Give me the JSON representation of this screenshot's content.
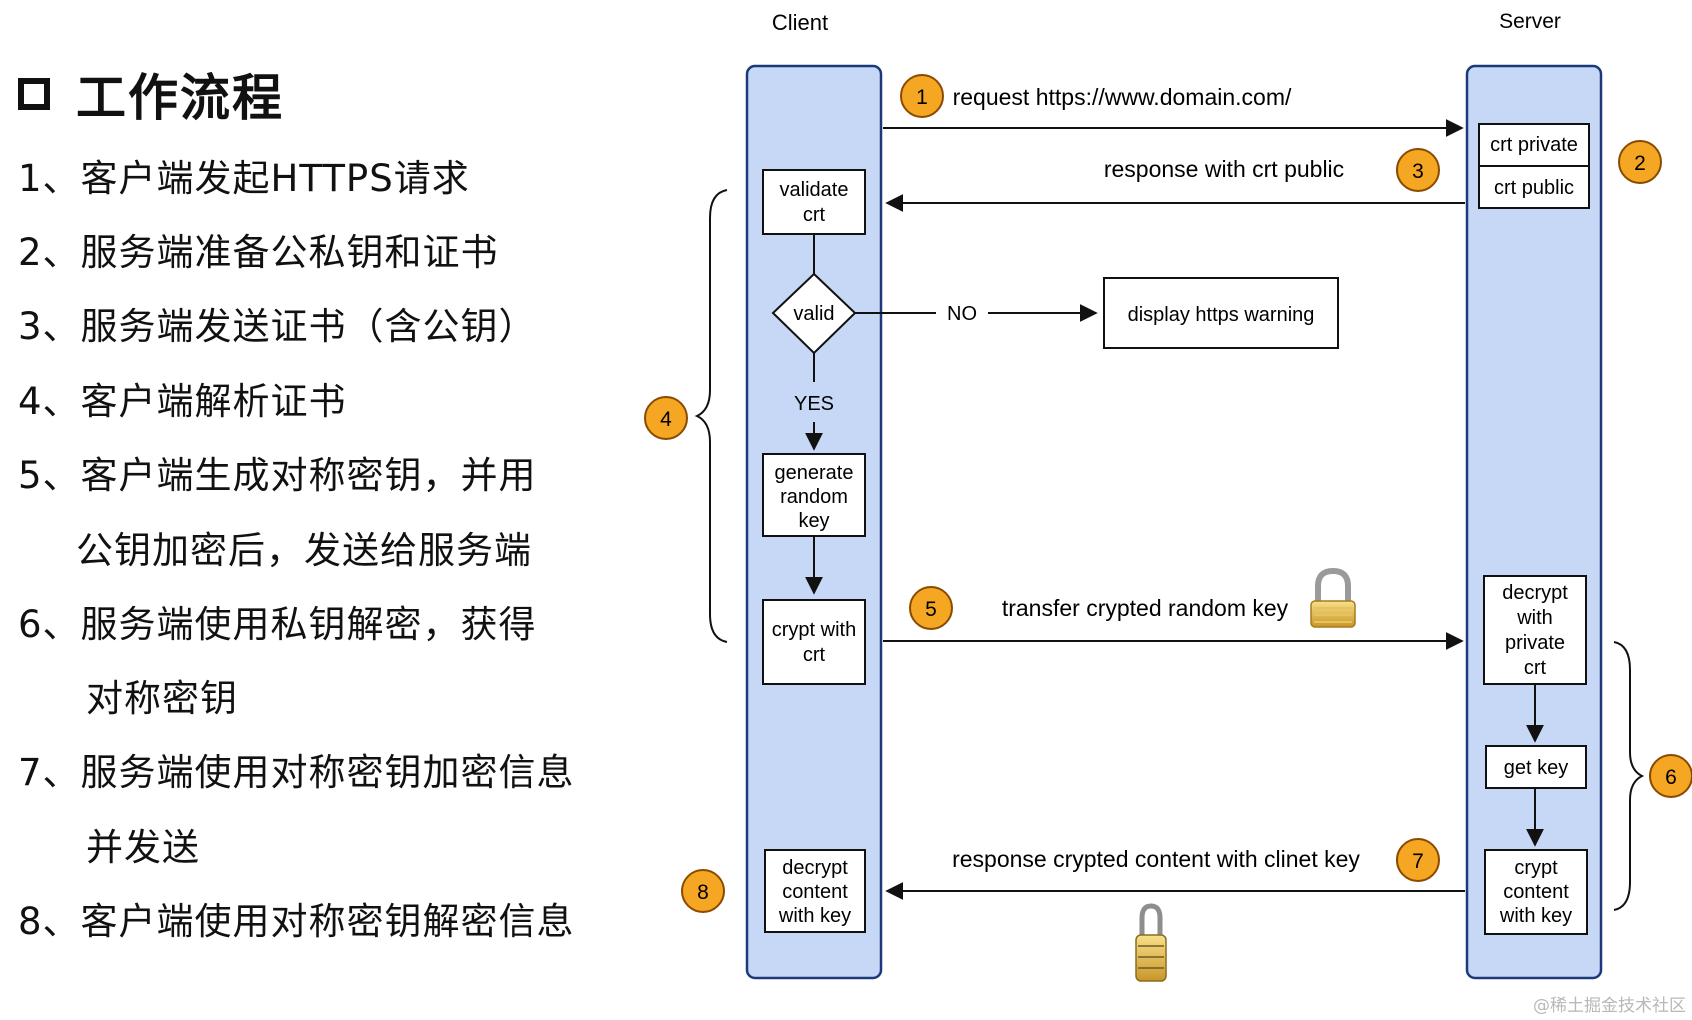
{
  "left_panel": {
    "title": "工作流程",
    "steps": [
      "1、客户端发起HTTPS请求",
      "2、服务端准备公私钥和证书",
      "3、服务端发送证书（含公钥）",
      "4、客户端解析证书",
      "5、客户端生成对称密钥，并用",
      "公钥加密后，发送给服务端",
      "6、服务端使用私钥解密，获得",
      "对称密钥",
      "7、服务端使用对称密钥加密信息",
      "并发送",
      "8、客户端使用对称密钥解密信息"
    ]
  },
  "diagram": {
    "client_label": "Client",
    "server_label": "Server",
    "messages": {
      "request": "request https://www.domain.com/",
      "response_crt": "response with crt public",
      "transfer_key": "transfer crypted random key",
      "response_content": "response crypted content with clinet key"
    },
    "server_boxes": {
      "crt_private": "crt private",
      "crt_public": "crt public",
      "decrypt": [
        "decrypt",
        "with",
        "private",
        "crt"
      ],
      "get_key": "get key",
      "crypt_content": [
        "crypt",
        "content",
        "with key"
      ]
    },
    "client_boxes": {
      "validate": [
        "validate",
        "crt"
      ],
      "valid": "valid",
      "generate": [
        "generate",
        "random",
        "key"
      ],
      "crypt_with": [
        "crypt with",
        "crt"
      ],
      "decrypt_content": [
        "decrypt",
        "content",
        "with key"
      ]
    },
    "labels": {
      "no": "NO",
      "yes": "YES"
    },
    "warning_box": "display https warning",
    "badges": [
      "1",
      "2",
      "3",
      "4",
      "5",
      "6",
      "7",
      "8"
    ],
    "colors": {
      "lane_fill": "#c6d8f5",
      "lane_stroke": "#1c3a7a",
      "badge_fill": "#f5a623",
      "badge_stroke": "#8a4a00"
    },
    "icons": [
      "lock-icon",
      "padlock-icon"
    ]
  },
  "watermark": "@稀土掘金技术社区"
}
